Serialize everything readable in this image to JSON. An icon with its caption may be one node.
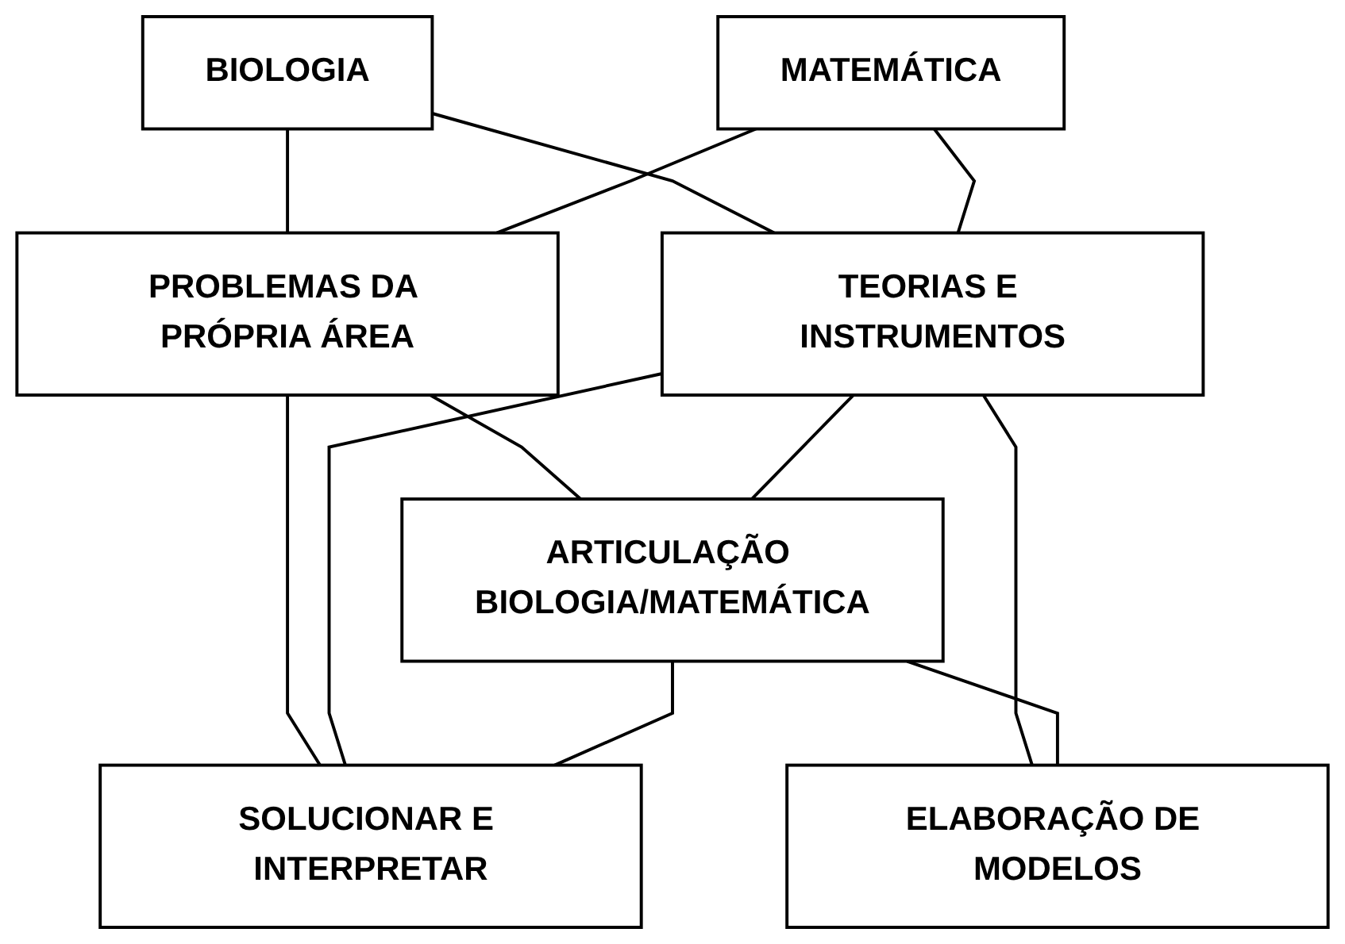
{
  "diagram": {
    "nodes": [
      {
        "text": [
          "BIOLOGIA"
        ]
      },
      {
        "text": [
          "MATEMÁTICA"
        ]
      },
      {
        "text": [
          "PROBLEMAS DA PRÓPRIA ÁREA"
        ]
      },
      {
        "text": [
          "TEORIAS E INSTRUMENTOS"
        ]
      },
      {
        "text": [
          "ARTICULAÇÃO BIOLOGIA/MATEMÁTICA"
        ]
      },
      {
        "text": [
          "SOLUCIONAR E INTERPRETAR"
        ]
      },
      {
        "text": [
          "ELABORAÇÃO DE MODELOS"
        ]
      }
    ],
    "edges": [
      {
        "from": 0,
        "to": 2,
        "arrow": "none"
      },
      {
        "from": 0,
        "to": 3,
        "arrow": "none"
      },
      {
        "from": 1,
        "to": 2,
        "arrow": "none"
      },
      {
        "from": 1,
        "to": 3,
        "arrow": "none"
      },
      {
        "from": 2,
        "to": 4,
        "arrow": "none"
      },
      {
        "from": 2,
        "to": 5,
        "arrow": "none"
      },
      {
        "from": 3,
        "to": 4,
        "arrow": "none"
      },
      {
        "from": 3,
        "to": 6,
        "arrow": "none"
      },
      {
        "from": 3,
        "to": 5,
        "arrow": "none"
      },
      {
        "from": 4,
        "to": 5,
        "arrow": "none"
      },
      {
        "from": 4,
        "to": 6,
        "arrow": "none"
      }
    ]
  }
}
